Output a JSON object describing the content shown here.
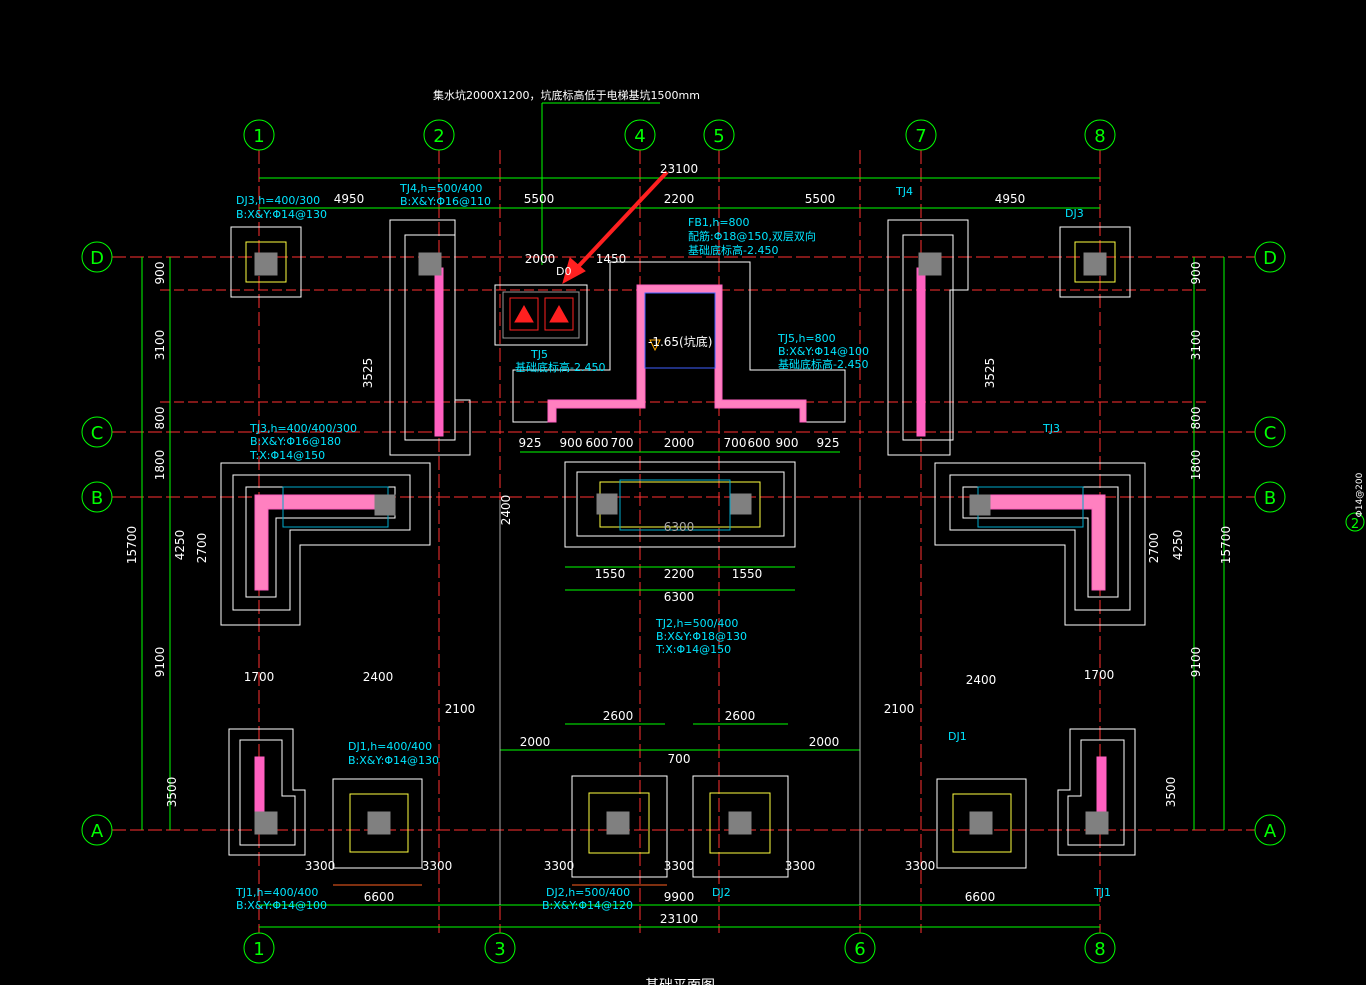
{
  "colors": {
    "background": "#000000",
    "grid_axis": "#ff3030",
    "dimension": "#00ff00",
    "footing": "#ffffff",
    "label": "#00e5ff",
    "yellow": "#ffff40",
    "wall_fill": "#ff60c0",
    "marker": "#00ff80",
    "arrow": "#ff2020",
    "column": "#808080"
  },
  "note_top": "集水坑2000X1200，坑底标高低于电梯基坑1500mm",
  "axes_top": [
    "1",
    "2",
    "4",
    "5",
    "7",
    "8"
  ],
  "axes_bottom": [
    "1",
    "3",
    "6",
    "8"
  ],
  "axes_rows": [
    "D",
    "C",
    "B",
    "A"
  ],
  "dims": {
    "total_top": "23100",
    "top_segments": [
      "4950",
      "5500",
      "2200",
      "5500",
      "4950"
    ],
    "total_bottom": "23100",
    "bottom_segments": [
      "6600",
      "9900",
      "6600"
    ],
    "left_total": "15700",
    "left_segments": [
      "900",
      "3100",
      "800",
      "1800",
      "9100"
    ],
    "right_total": "15700",
    "right_segments": [
      "900",
      "3100",
      "800",
      "1800",
      "9100"
    ]
  },
  "labels": {
    "dj3": "DJ3,h=400/300",
    "dj3_rebar": "B:X&Y:Φ14@130",
    "tj4": "TJ4,h=500/400",
    "tj4_rebar": "B:X&Y:Φ16@110",
    "fb1": "FB1,h=800",
    "fb1_rebar": "配筋:Φ18@150,双层双向",
    "fb1_elev": "基础底标高-2.450",
    "tj5_left": "TJ5",
    "tj5_left_elev": "基础底标高-2.450",
    "tj5": "TJ5,h=800",
    "tj5_rebar": "B:X&Y:Φ14@100",
    "tj5_elev": "基础底标高-2.450",
    "pit": "-1.65(坑底)",
    "tj4_right": "TJ4",
    "dj3_right": "DJ3",
    "tj3": "TJ3,h=400/400/300",
    "tj3_rebar_b": "B:X&Y:Φ16@180",
    "tj3_rebar_t": "T:X:Φ14@150",
    "tj3_right": "TJ3",
    "tj2": "TJ2,h=500/400",
    "tj2_rebar_b": "B:X&Y:Φ18@130",
    "tj2_rebar_t": "T:X:Φ14@150",
    "dj1": "DJ1,h=400/400",
    "dj1_rebar": "B:X&Y:Φ14@130",
    "dj1_right": "DJ1",
    "dj2": "DJ2,h=500/400",
    "dj2_rebar": "B:X&Y:Φ14@120",
    "dj2_small": "DJ2",
    "tj1": "TJ1,h=400/400",
    "tj1_rebar": "B:X&Y:Φ14@100",
    "tj1_right": "TJ1",
    "d0": "D0",
    "dim_6300": "6300",
    "dim_1550a": "1550",
    "dim_2200": "2200",
    "dim_1550b": "1550",
    "dim_2000_pit": "2000",
    "dim_1450": "1450",
    "dim_2600a": "2600",
    "dim_2600b": "2600",
    "dim_2000l": "2000",
    "dim_2000r": "2000",
    "dim_700": "700",
    "dim_2100l": "2100",
    "dim_2100r": "2100",
    "dim_2400l": "2400",
    "dim_2400r": "2400",
    "dim_1700l": "1700",
    "dim_1700r": "1700",
    "dim_3300a": "3300",
    "dim_3300b": "3300",
    "dim_3300c": "3300",
    "dim_3300d": "3300",
    "dim_3300e": "3300",
    "dim_3300f": "3300",
    "dim_4250l": "4250",
    "dim_4250r": "4250",
    "dim_2700l": "2700",
    "dim_2700r": "2700",
    "dim_3500l": "3500",
    "dim_3500r": "3500",
    "dim_3525l": "3525",
    "dim_3525r": "3525",
    "dim_925l": "925",
    "dim_925r": "925",
    "dim_900l": "900",
    "dim_900r": "900",
    "dim_600l": "600",
    "dim_700l": "700",
    "dim_2000c": "2000",
    "dim_700r": "700",
    "dim_600r": "600",
    "dim_2400c": "2400",
    "dim_6300c": "6300",
    "side_note": "Φ14@200",
    "side_axis": "2",
    "bottom_title": "基础平面图"
  }
}
